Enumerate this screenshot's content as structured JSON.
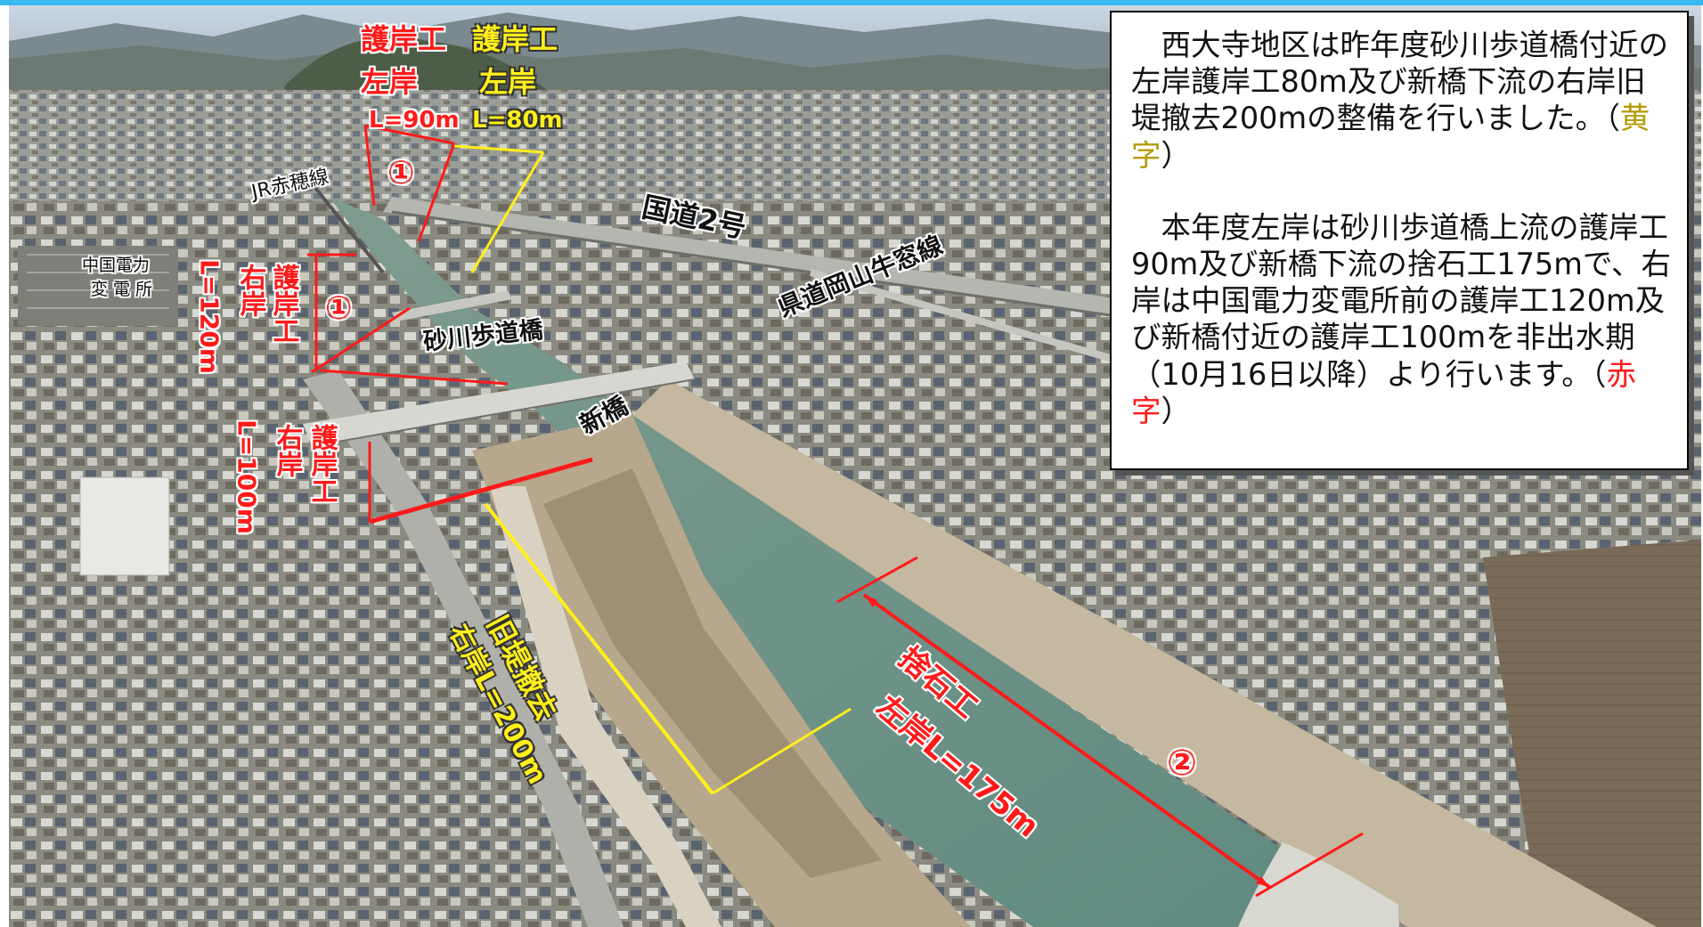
{
  "labels": {
    "left_bank_90": {
      "line1": "護岸工",
      "line2": "左岸",
      "line3": "L=90m"
    },
    "left_bank_80": {
      "line1": "護岸工",
      "line2": "左岸",
      "line3": "L=80m"
    },
    "marker_1_top": "①",
    "marker_1_mid": "①",
    "marker_2": "②",
    "jr_ako_line": "JR赤穂線",
    "national_route_2": "国道2号",
    "prefectural_route": "県道岡山牛窓線",
    "chugoku_substation": {
      "line1": "中国電力",
      "line2": "変電所"
    },
    "right_bank_120": {
      "title": "護岸工",
      "side": "右岸",
      "length": "L=120m"
    },
    "sunagawa_bridge": "砂川歩道橋",
    "shinbashi": "新橋",
    "right_bank_100": {
      "title": "護岸工",
      "side": "右岸",
      "length": "L=100m"
    },
    "old_levee_removal": {
      "line1": "旧堤撤去",
      "line2": "右岸L=200m"
    },
    "riprap": {
      "line1": "捨石工",
      "line2": "左岸L=175m"
    }
  },
  "callout": {
    "para1_pre": "西大寺地区は昨年度砂川歩道橋付近の左岸護岸工80m及び新橋下流の右岸旧堤撤去200mの整備を行いました。（",
    "para1_highlight": "黄字",
    "para1_post": "）",
    "para2_pre": "本年度左岸は砂川歩道橋上流の護岸工90m及び新橋下流の捨石工175mで、右岸は中国電力変電所前の護岸工120m及び新橋付近の護岸工100mを非出水期（10月16日以降）より行います。（",
    "para2_highlight": "赤字",
    "para2_post": "）"
  },
  "colors": {
    "accent_bar": "#35b9ef",
    "this_year_red": "#ff1a1a",
    "last_year_yellow": "#ffef1a"
  }
}
